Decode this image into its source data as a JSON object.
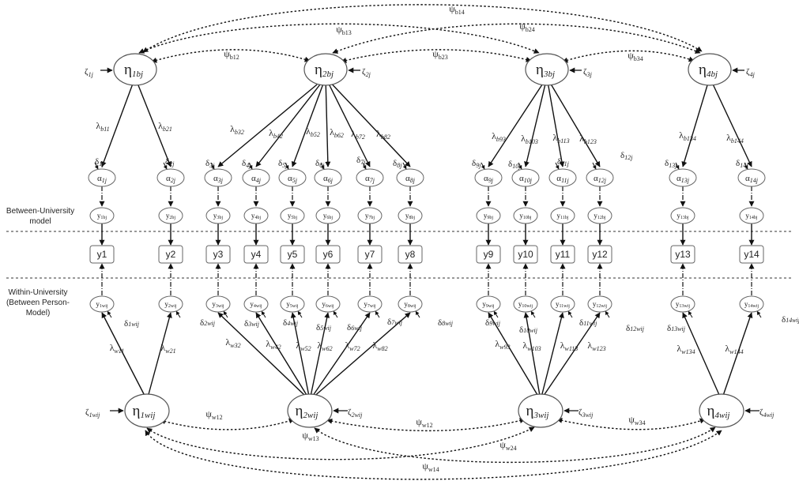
{
  "side_labels": {
    "between": [
      "Between-University",
      "model"
    ],
    "within": [
      "Within-University",
      "(Between Person-",
      "Model)"
    ]
  },
  "between_latents": [
    {
      "id": "eb1",
      "base": "η",
      "sub": "1bj",
      "zeta": "ζ",
      "zetasub": "1j"
    },
    {
      "id": "eb2",
      "base": "η",
      "sub": "2bj",
      "zeta": "ζ",
      "zetasub": "2j"
    },
    {
      "id": "eb3",
      "base": "η",
      "sub": "3bj",
      "zeta": "ζ",
      "zetasub": "3j"
    },
    {
      "id": "eb4",
      "base": "η",
      "sub": "4bj",
      "zeta": "ζ",
      "zetasub": "4j"
    }
  ],
  "within_latents": [
    {
      "id": "ew1",
      "base": "η",
      "sub": "1wij",
      "zeta": "ζ",
      "zetasub": "1wij"
    },
    {
      "id": "ew2",
      "base": "η",
      "sub": "2wij",
      "zeta": "ζ",
      "zetasub": "2wij"
    },
    {
      "id": "ew3",
      "base": "η",
      "sub": "3wij",
      "zeta": "ζ",
      "zetasub": "3wij"
    },
    {
      "id": "ew4",
      "base": "η",
      "sub": "4wij",
      "zeta": "ζ",
      "zetasub": "4wij"
    }
  ],
  "observed": [
    "y1",
    "y2",
    "y3",
    "y4",
    "y5",
    "y6",
    "y7",
    "y8",
    "y9",
    "y10",
    "y11",
    "y12",
    "y13",
    "y14"
  ],
  "alphas": [
    "α1j",
    "α2j",
    "α3j",
    "α4j",
    "α5j",
    "α6j",
    "α7j",
    "α8j",
    "α9j",
    "α10j",
    "α11j",
    "α12j",
    "α13j",
    "α14j"
  ],
  "deltas_between": [
    "δ1j",
    "δ2j",
    "δ3j",
    "δ4j",
    "δ5j",
    "δ6j",
    "δ7j",
    "δ8j",
    "δ9j",
    "δ10j",
    "δ11j",
    "δ12j",
    "δ13j",
    "δ14j"
  ],
  "y_between": [
    "y1bj",
    "y2bj",
    "y3bj",
    "y4bj",
    "y5bj",
    "y6bj",
    "y7bj",
    "y8bj",
    "y9bj",
    "y10bj",
    "y11bj",
    "y12bj",
    "y13bj",
    "y14bj"
  ],
  "y_within": [
    "y1wij",
    "y2wij",
    "y3wij",
    "y4wij",
    "y5wij",
    "y6wij",
    "y7wij",
    "y8wij",
    "y9wij",
    "y10wij",
    "y11wij",
    "y12wij",
    "y13wij",
    "y14wij"
  ],
  "deltas_within": [
    "δ1wij",
    "δ2wij",
    "δ3wij",
    "δ4wij",
    "δ5wij",
    "δ6wij",
    "δ7wij",
    "δ8wij",
    "δ9wij",
    "δ10wij",
    "δ11wij",
    "δ12wij",
    "δ13wij",
    "δ14wij"
  ],
  "lambda_between": [
    {
      "base": "λ",
      "sub": "b11"
    },
    {
      "base": "λ",
      "sub": "b21"
    },
    {
      "base": "λ",
      "sub": "b32"
    },
    {
      "base": "λ",
      "sub": "b42"
    },
    {
      "base": "λ",
      "sub": "b52"
    },
    {
      "base": "λ",
      "sub": "b62"
    },
    {
      "base": "λ",
      "sub": "b72"
    },
    {
      "base": "λ",
      "sub": "b82"
    },
    {
      "base": "λ",
      "sub": "b93"
    },
    {
      "base": "λ",
      "sub": "b103"
    },
    {
      "base": "λ",
      "sub": "b113"
    },
    {
      "base": "λ",
      "sub": "b123"
    },
    {
      "base": "λ",
      "sub": "b134"
    },
    {
      "base": "λ",
      "sub": "b144"
    }
  ],
  "lambda_within": [
    {
      "base": "λ",
      "sub": "w11"
    },
    {
      "base": "λ",
      "sub": "w21"
    },
    {
      "base": "λ",
      "sub": "w32"
    },
    {
      "base": "λ",
      "sub": "w42"
    },
    {
      "base": "λ",
      "sub": "w52"
    },
    {
      "base": "λ",
      "sub": "w62"
    },
    {
      "base": "λ",
      "sub": "w72"
    },
    {
      "base": "λ",
      "sub": "w82"
    },
    {
      "base": "λ",
      "sub": "w93"
    },
    {
      "base": "λ",
      "sub": "w103"
    },
    {
      "base": "λ",
      "sub": "w113"
    },
    {
      "base": "λ",
      "sub": "w123"
    },
    {
      "base": "λ",
      "sub": "w134"
    },
    {
      "base": "λ",
      "sub": "w144"
    }
  ],
  "psi_between": [
    {
      "base": "ψ",
      "sub": "b14"
    },
    {
      "base": "ψ",
      "sub": "b13"
    },
    {
      "base": "ψ",
      "sub": "b24"
    },
    {
      "base": "ψ",
      "sub": "b12"
    },
    {
      "base": "ψ",
      "sub": "b23"
    },
    {
      "base": "ψ",
      "sub": "b34"
    }
  ],
  "psi_within": [
    {
      "base": "ψ",
      "sub": "w12"
    },
    {
      "base": "ψ",
      "sub": "w12"
    },
    {
      "base": "ψ",
      "sub": "w34"
    },
    {
      "base": "ψ",
      "sub": "w13"
    },
    {
      "base": "ψ",
      "sub": "w24"
    },
    {
      "base": "ψ",
      "sub": "w14"
    }
  ]
}
